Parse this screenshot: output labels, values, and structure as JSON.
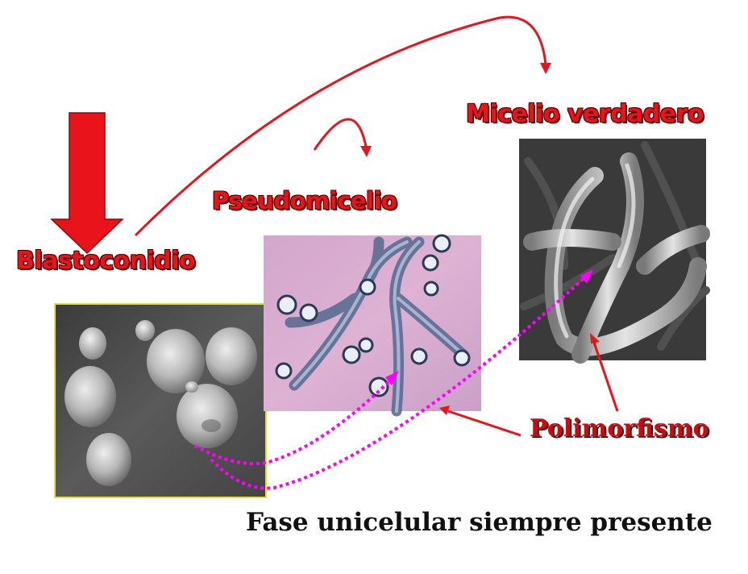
{
  "labels": {
    "blastoconidio": "Blastoconidio",
    "pseudomicelio": "Pseudomicelio",
    "micelio_verdadero": "Micelio verdadero",
    "polimorfismo": "Polimorfismo"
  },
  "caption": "Fase unicelular siempre presente",
  "colors": {
    "arrow_red": "#e8131b",
    "dotted_magenta": "#ff00ff",
    "blasto_frame": "#e8e02a",
    "pseudo_bg": "#d9a9cc"
  },
  "icons": [
    "down-arrow-icon"
  ]
}
